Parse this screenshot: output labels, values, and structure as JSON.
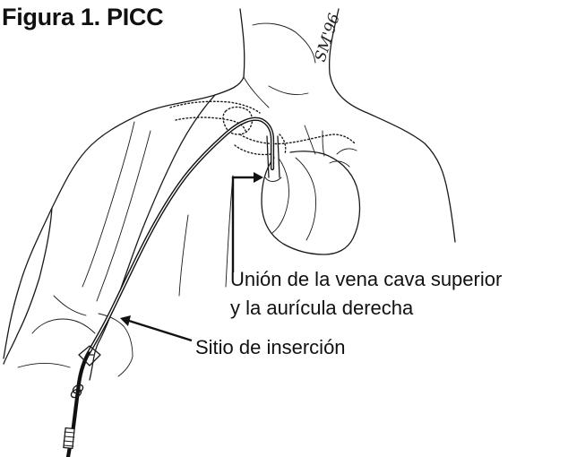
{
  "figure": {
    "title": "Figura 1. PICC",
    "labels": {
      "svc_junction_line1": "Unión de la vena cava superior",
      "svc_junction_line2": "y la aurícula derecha",
      "insertion_site": "Sitio de inserción"
    },
    "signature": "SM'96"
  }
}
